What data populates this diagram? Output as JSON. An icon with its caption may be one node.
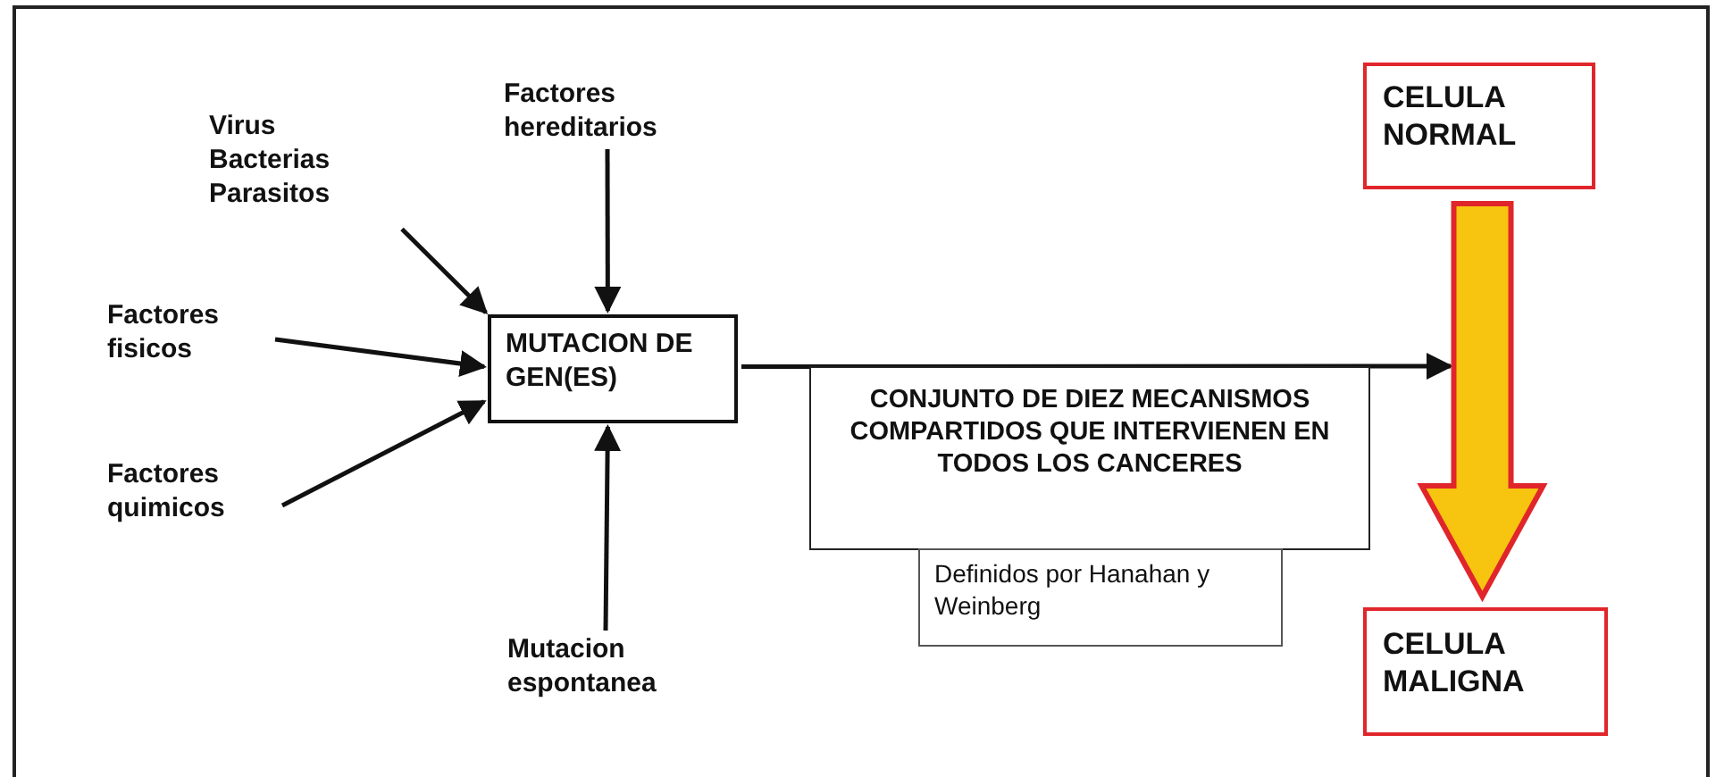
{
  "diagram": {
    "nodes": [
      {
        "text": [
          "Virus Bacterias Parasitos"
        ]
      },
      {
        "text": [
          "Factores hereditarios"
        ]
      },
      {
        "text": [
          "Factores fisicos"
        ]
      },
      {
        "text": [
          "Factores quimicos"
        ]
      },
      {
        "text": [
          "MUTACION DE GEN(ES)"
        ]
      },
      {
        "text": [
          "Mutacion espontanea"
        ]
      },
      {
        "text": [
          "CONJUNTO DE DIEZ MECANISMOS COMPARTIDOS QUE INTERVIENEN EN TODOS LOS CANCERES"
        ]
      },
      {
        "text": [
          "Definidos por Hanahan y Weinberg"
        ]
      },
      {
        "text": [
          "CELULA NORMAL"
        ]
      },
      {
        "text": [
          "CELULA MALIGNA"
        ]
      }
    ],
    "edges": [
      {
        "from": 0,
        "to": 4,
        "arrow": "to"
      },
      {
        "from": 1,
        "to": 4,
        "arrow": "to"
      },
      {
        "from": 2,
        "to": 4,
        "arrow": "to"
      },
      {
        "from": 3,
        "to": 4,
        "arrow": "to"
      },
      {
        "from": 5,
        "to": 4,
        "arrow": "to"
      },
      {
        "from": 4,
        "to": null,
        "arrow": "to"
      },
      {
        "from": 8,
        "to": 9,
        "arrow": "to",
        "style": "thick",
        "color": "#f7c40f"
      }
    ]
  }
}
